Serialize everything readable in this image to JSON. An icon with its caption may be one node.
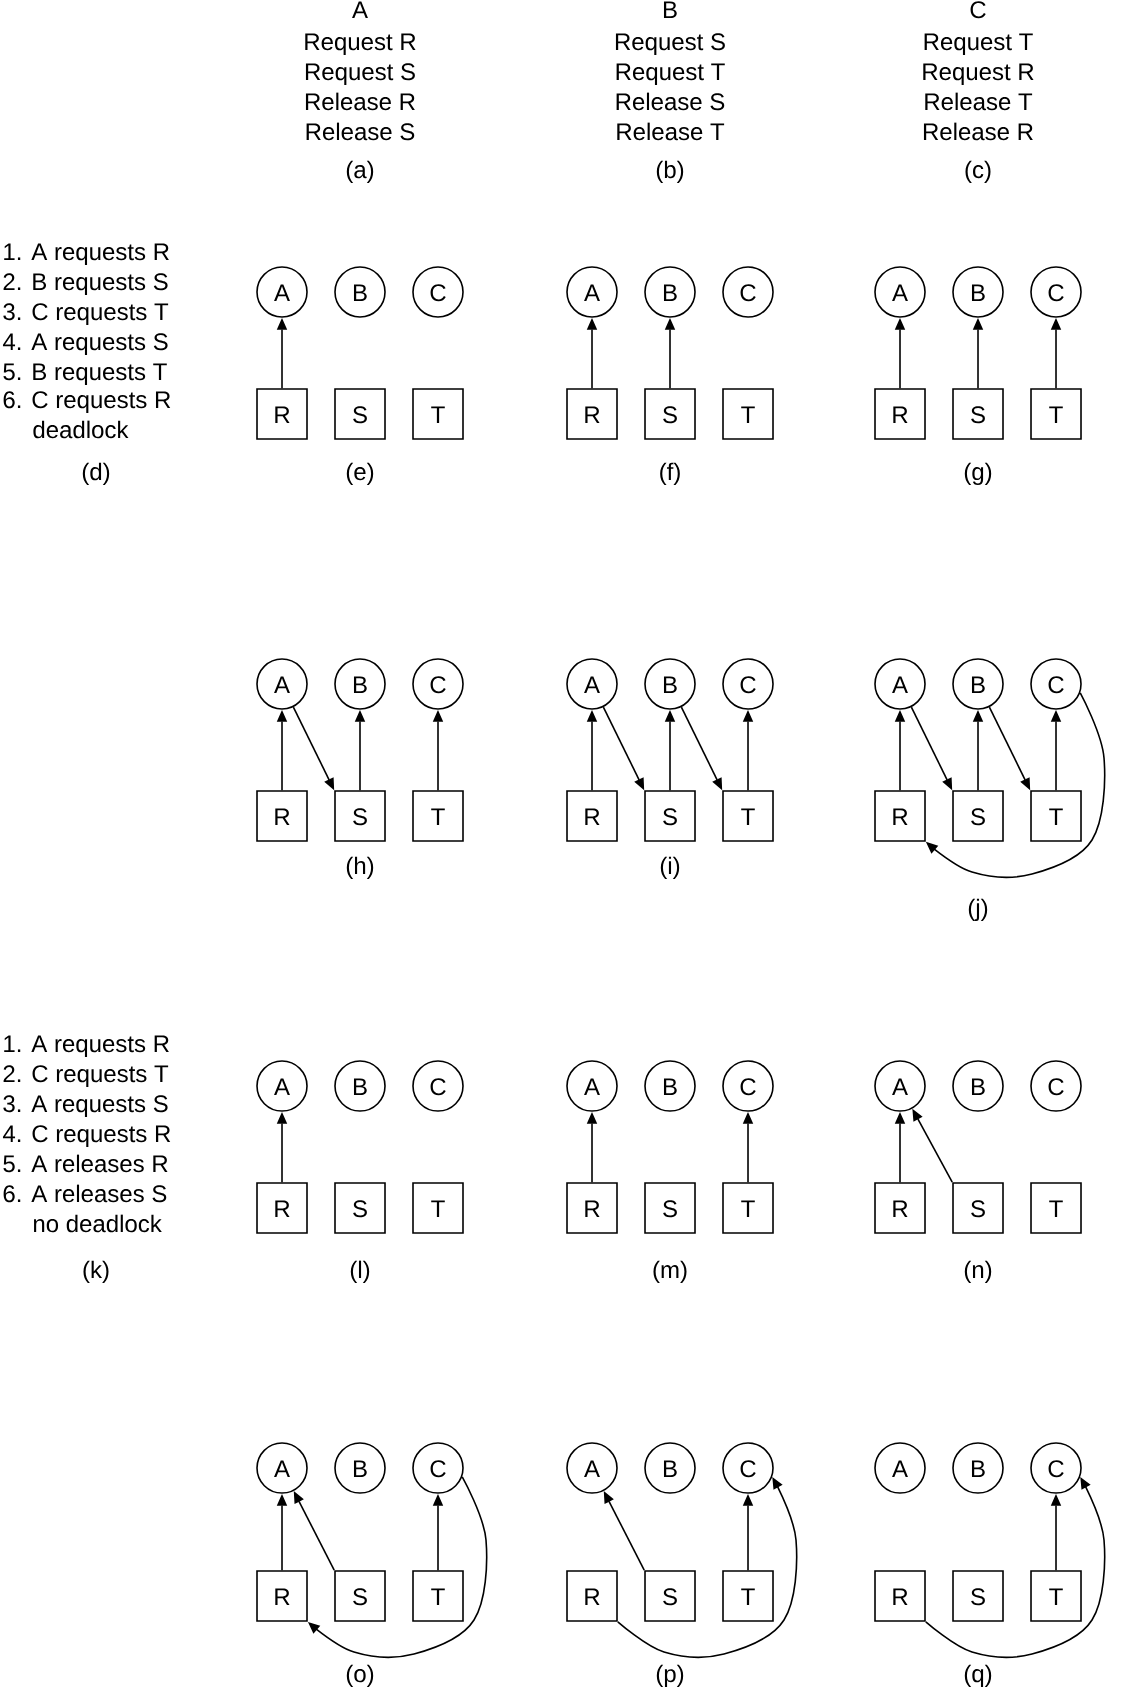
{
  "diagram": {
    "nodes": [
      {
        "text": [
          "A"
        ]
      },
      {
        "text": [
          "B"
        ]
      },
      {
        "text": [
          "C"
        ]
      },
      {
        "text": [
          "R"
        ]
      },
      {
        "text": [
          "S"
        ]
      },
      {
        "text": [
          "T"
        ]
      },
      {
        "text": [
          "A"
        ]
      },
      {
        "text": [
          "B"
        ]
      },
      {
        "text": [
          "C"
        ]
      },
      {
        "text": [
          "R"
        ]
      },
      {
        "text": [
          "S"
        ]
      },
      {
        "text": [
          "T"
        ]
      },
      {
        "text": [
          "A"
        ]
      },
      {
        "text": [
          "B"
        ]
      },
      {
        "text": [
          "C"
        ]
      },
      {
        "text": [
          "R"
        ]
      },
      {
        "text": [
          "S"
        ]
      },
      {
        "text": [
          "T"
        ]
      },
      {
        "text": [
          "A"
        ]
      },
      {
        "text": [
          "B"
        ]
      },
      {
        "text": [
          "C"
        ]
      },
      {
        "text": [
          "R"
        ]
      },
      {
        "text": [
          "S"
        ]
      },
      {
        "text": [
          "T"
        ]
      },
      {
        "text": [
          "A"
        ]
      },
      {
        "text": [
          "B"
        ]
      },
      {
        "text": [
          "C"
        ]
      },
      {
        "text": [
          "R"
        ]
      },
      {
        "text": [
          "S"
        ]
      },
      {
        "text": [
          "T"
        ]
      },
      {
        "text": [
          "A"
        ]
      },
      {
        "text": [
          "B"
        ]
      },
      {
        "text": [
          "C"
        ]
      },
      {
        "text": [
          "R"
        ]
      },
      {
        "text": [
          "S"
        ]
      },
      {
        "text": [
          "T"
        ]
      },
      {
        "text": [
          "A"
        ]
      },
      {
        "text": [
          "B"
        ]
      },
      {
        "text": [
          "C"
        ]
      },
      {
        "text": [
          "R"
        ]
      },
      {
        "text": [
          "S"
        ]
      },
      {
        "text": [
          "T"
        ]
      },
      {
        "text": [
          "A"
        ]
      },
      {
        "text": [
          "B"
        ]
      },
      {
        "text": [
          "C"
        ]
      },
      {
        "text": [
          "R"
        ]
      },
      {
        "text": [
          "S"
        ]
      },
      {
        "text": [
          "T"
        ]
      },
      {
        "text": [
          "A"
        ]
      },
      {
        "text": [
          "B"
        ]
      },
      {
        "text": [
          "C"
        ]
      },
      {
        "text": [
          "R"
        ]
      },
      {
        "text": [
          "S"
        ]
      },
      {
        "text": [
          "T"
        ]
      },
      {
        "text": [
          "A"
        ]
      },
      {
        "text": [
          "B"
        ]
      },
      {
        "text": [
          "C"
        ]
      },
      {
        "text": [
          "R"
        ]
      },
      {
        "text": [
          "S"
        ]
      },
      {
        "text": [
          "T"
        ]
      },
      {
        "text": [
          "A"
        ]
      },
      {
        "text": [
          "B"
        ]
      },
      {
        "text": [
          "C"
        ]
      },
      {
        "text": [
          "R"
        ]
      },
      {
        "text": [
          "S"
        ]
      },
      {
        "text": [
          "T"
        ]
      },
      {
        "text": [
          "A"
        ]
      },
      {
        "text": [
          "B"
        ]
      },
      {
        "text": [
          "C"
        ]
      },
      {
        "text": [
          "R"
        ]
      },
      {
        "text": [
          "S"
        ]
      },
      {
        "text": [
          "T"
        ]
      }
    ],
    "edges": [
      {
        "from": 3,
        "to": 0,
        "arrow": "to"
      },
      {
        "from": 9,
        "to": 6,
        "arrow": "to"
      },
      {
        "from": 10,
        "to": 7,
        "arrow": "to"
      },
      {
        "from": 15,
        "to": 12,
        "arrow": "to"
      },
      {
        "from": 16,
        "to": 13,
        "arrow": "to"
      },
      {
        "from": 17,
        "to": 14,
        "arrow": "to"
      },
      {
        "from": 21,
        "to": 18,
        "arrow": "to"
      },
      {
        "from": 18,
        "to": 22,
        "arrow": "to"
      },
      {
        "from": 22,
        "to": 19,
        "arrow": "to"
      },
      {
        "from": 23,
        "to": 20,
        "arrow": "to"
      },
      {
        "from": 27,
        "to": 24,
        "arrow": "to"
      },
      {
        "from": 24,
        "to": 28,
        "arrow": "to"
      },
      {
        "from": 28,
        "to": 25,
        "arrow": "to"
      },
      {
        "from": 25,
        "to": 29,
        "arrow": "to"
      },
      {
        "from": 29,
        "to": 26,
        "arrow": "to"
      },
      {
        "from": 33,
        "to": 30,
        "arrow": "to"
      },
      {
        "from": 30,
        "to": 34,
        "arrow": "to"
      },
      {
        "from": 34,
        "to": 31,
        "arrow": "to"
      },
      {
        "from": 31,
        "to": 35,
        "arrow": "to"
      },
      {
        "from": 35,
        "to": 32,
        "arrow": "to"
      },
      {
        "from": 32,
        "to": 33,
        "arrow": "to"
      },
      {
        "from": 39,
        "to": 36,
        "arrow": "to"
      },
      {
        "from": 45,
        "to": 42,
        "arrow": "to"
      },
      {
        "from": 47,
        "to": 44,
        "arrow": "to"
      },
      {
        "from": 51,
        "to": 48,
        "arrow": "to"
      },
      {
        "from": 52,
        "to": 48,
        "arrow": "to"
      },
      {
        "from": 57,
        "to": 54,
        "arrow": "to"
      },
      {
        "from": 58,
        "to": 54,
        "arrow": "to"
      },
      {
        "from": 59,
        "to": 56,
        "arrow": "to"
      },
      {
        "from": 56,
        "to": 57,
        "arrow": "to"
      },
      {
        "from": 64,
        "to": 60,
        "arrow": "to"
      },
      {
        "from": 65,
        "to": 62,
        "arrow": "to"
      },
      {
        "from": 63,
        "to": 62,
        "arrow": "to"
      },
      {
        "from": 71,
        "to": 68,
        "arrow": "to"
      },
      {
        "from": 69,
        "to": 68,
        "arrow": "to"
      }
    ],
    "labels": [
      "A",
      "Request R",
      "Request S",
      "Release R",
      "Release S",
      "(a)",
      "B",
      "Request S",
      "Request T",
      "Release S",
      "Release T",
      "(b)",
      "C",
      "Request T",
      "Request R",
      "Release T",
      "Release R",
      "(c)",
      "1. A requests R",
      "2. B requests S",
      "3. C requests T",
      "4. A requests S",
      "5. B requests T",
      "6. C requests R",
      "deadlock",
      "(d)",
      "(e)",
      "(f)",
      "(g)",
      "(h)",
      "(i)",
      "(j)",
      "1. A requests R",
      "2. C requests T",
      "3. A requests S",
      "4. C requests R",
      "5. A releases R",
      "6. A releases S",
      "no deadlock",
      "(k)",
      "(l)",
      "(m)",
      "(n)",
      "(o)",
      "(p)",
      "(q)"
    ]
  }
}
